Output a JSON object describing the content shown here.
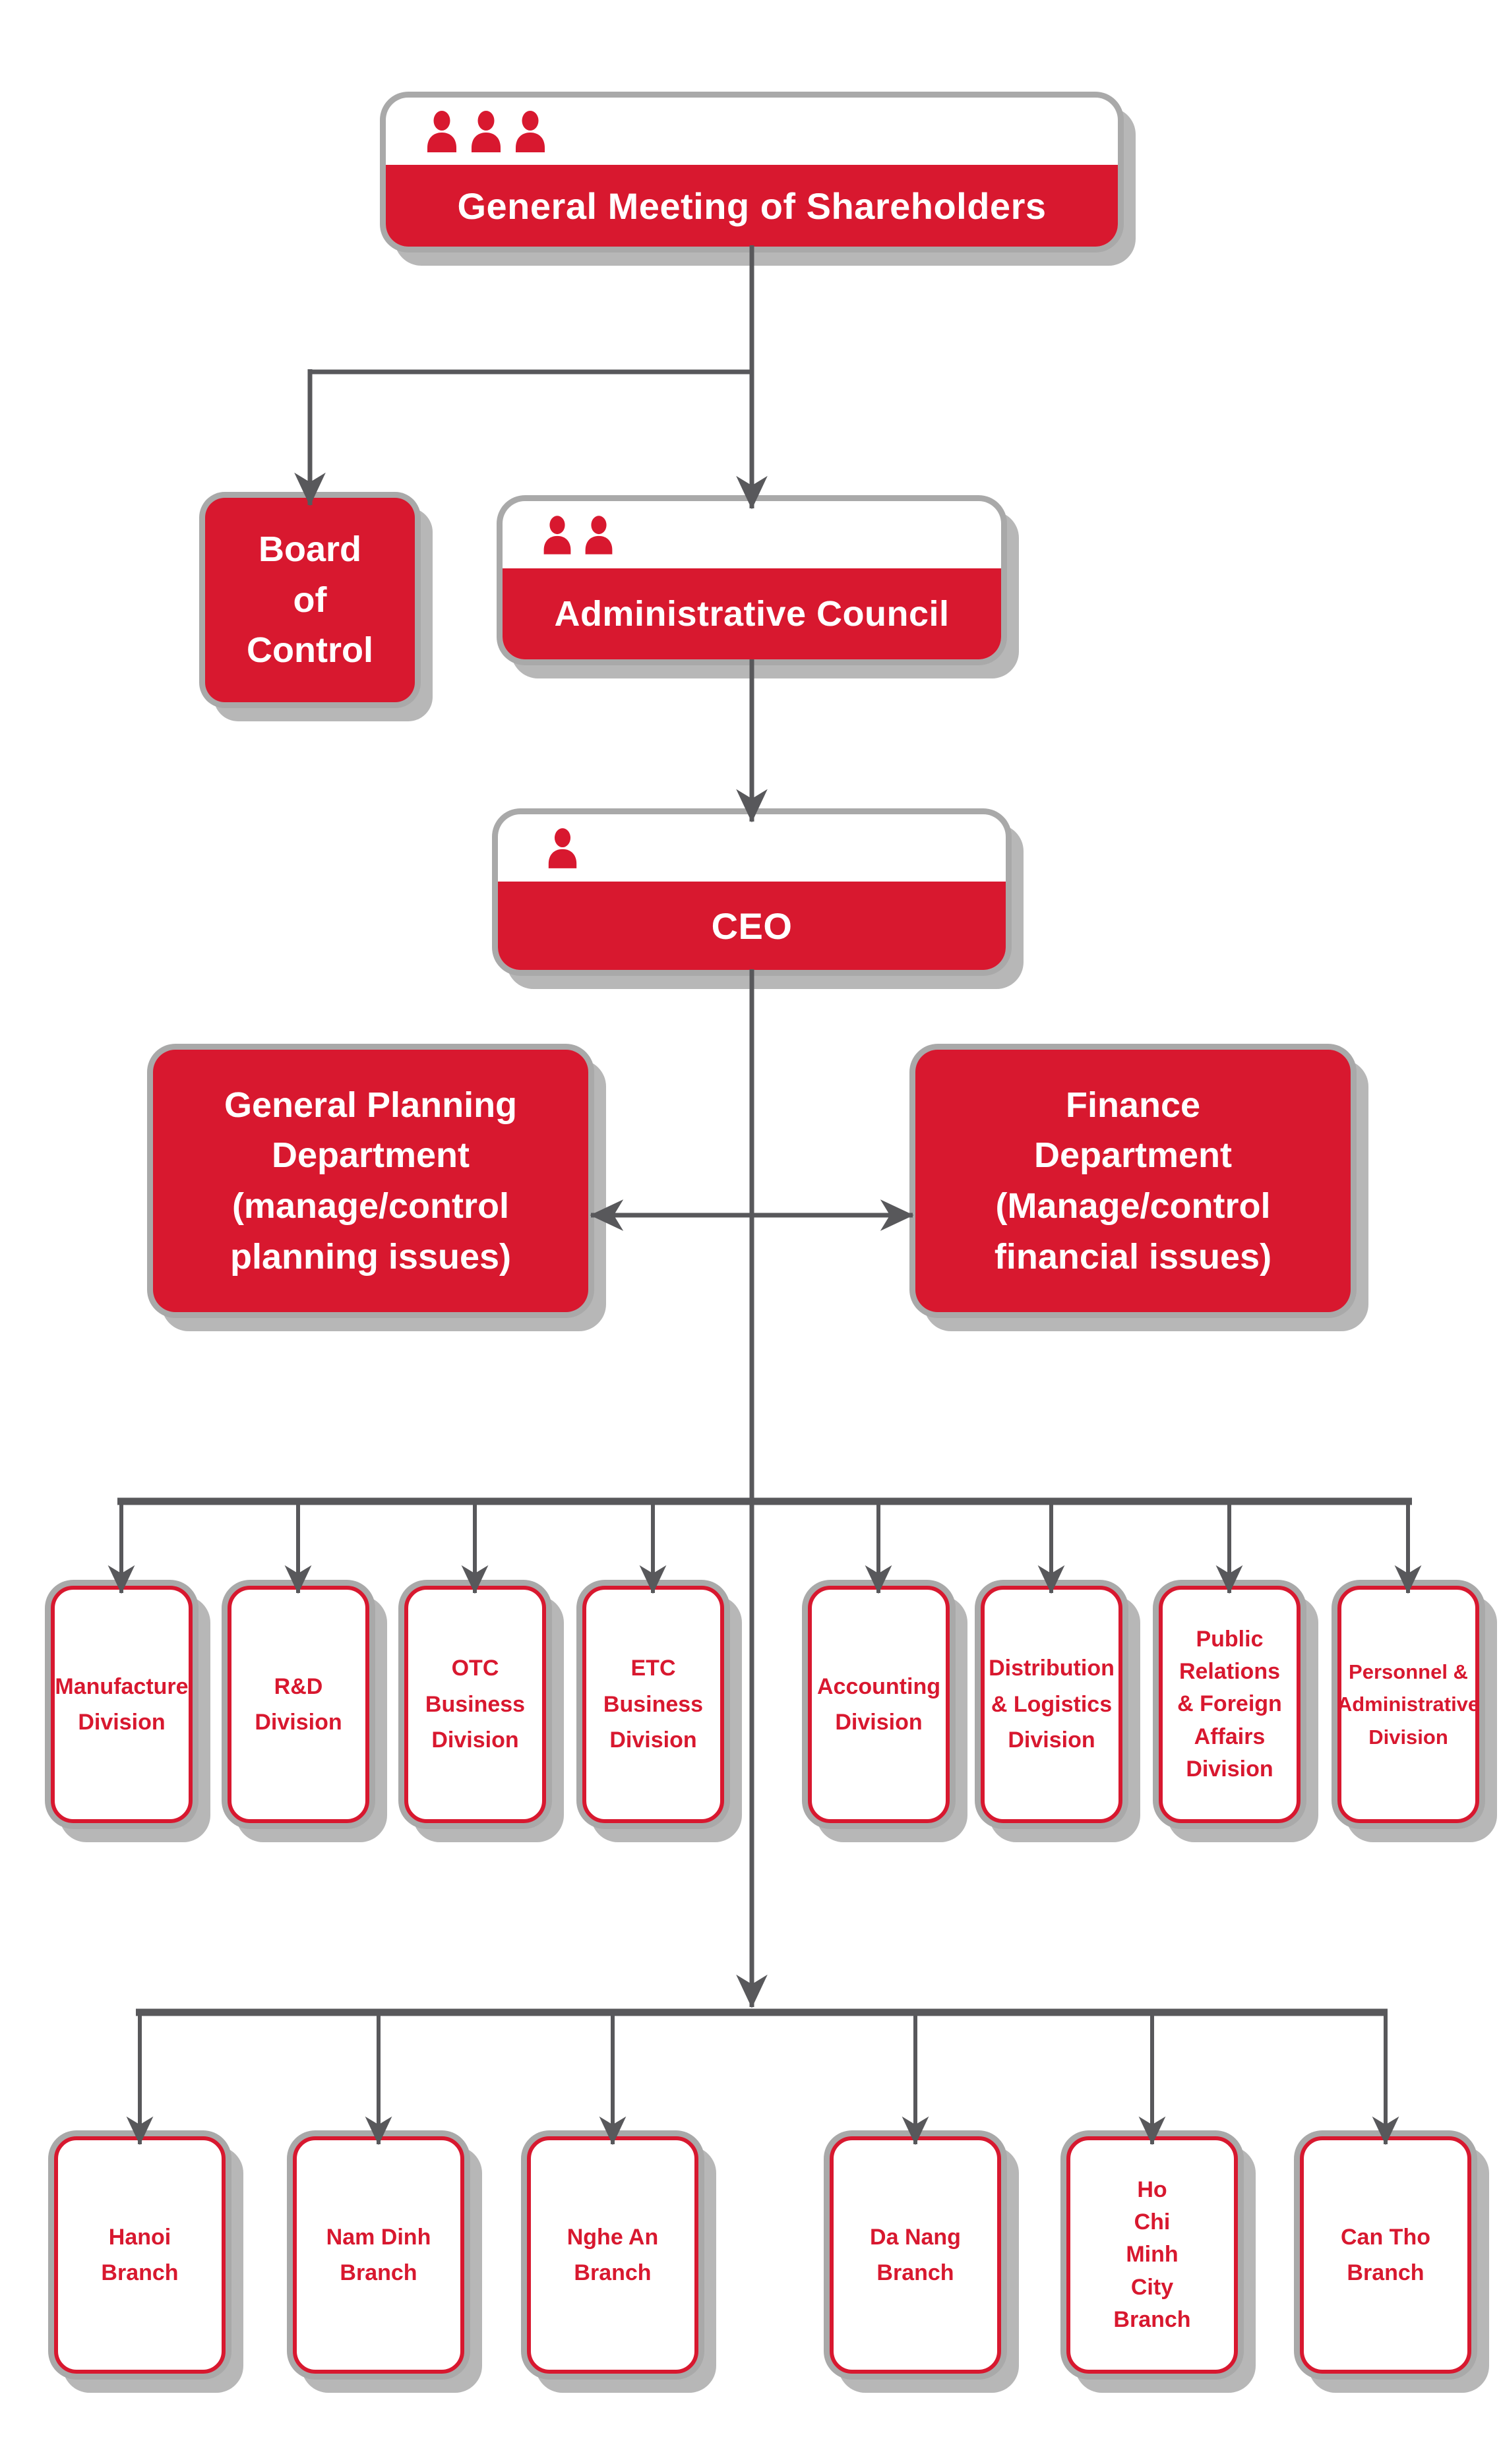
{
  "palette": {
    "brand_red": "#d8182f",
    "connector_gray": "#58585b",
    "frame_gray": "#a9a9a9",
    "shadow_gray": "#b7b7b7",
    "card_white": "#ffffff"
  },
  "nodes": {
    "shareholders": {
      "label": "General Meeting of Shareholders",
      "icon": "people-group-x3"
    },
    "board_of_control": {
      "label": "Board of Control",
      "lines": [
        "Board",
        "of",
        "Control"
      ]
    },
    "administrative_council": {
      "label": "Administrative Council",
      "icon": "people-group-x2"
    },
    "ceo": {
      "label": "CEO",
      "icon": "person"
    },
    "general_planning_department": {
      "label": "General Planning Department (manage/control planning issues)",
      "lines": [
        "General Planning",
        "Department",
        "(manage/control",
        "planning issues)"
      ]
    },
    "finance_department": {
      "label": "Finance Department (Manage/control financial issues)",
      "lines": [
        "Finance",
        "Department",
        "(Manage/control",
        "financial issues)"
      ]
    },
    "divisions": [
      {
        "label": "Manufacture Division",
        "lines": [
          "Manufacture",
          "Division"
        ]
      },
      {
        "label": "R&D Division",
        "lines": [
          "R&D",
          "Division"
        ]
      },
      {
        "label": "OTC Business Division",
        "lines": [
          "OTC",
          "Business",
          "Division"
        ]
      },
      {
        "label": "ETC Business Division",
        "lines": [
          "ETC",
          "Business",
          "Division"
        ]
      },
      {
        "label": "Accounting Division",
        "lines": [
          "Accounting",
          "Division"
        ]
      },
      {
        "label": "Distribution & Logistics Division",
        "lines": [
          "Distribution",
          "& Logistics",
          "Division"
        ]
      },
      {
        "label": "Public Relations & Foreign Affairs Division",
        "lines": [
          "Public",
          "Relations",
          "& Foreign",
          "Affairs",
          "Division"
        ]
      },
      {
        "label": "Personnel & Administrative Division",
        "lines": [
          "Personnel &",
          "Administrative",
          "Division"
        ]
      }
    ],
    "branches": [
      {
        "label": "Hanoi Branch",
        "lines": [
          "Hanoi",
          "Branch"
        ]
      },
      {
        "label": "Nam Dinh Branch",
        "lines": [
          "Nam Dinh",
          "Branch"
        ]
      },
      {
        "label": "Nghe An Branch",
        "lines": [
          "Nghe An",
          "Branch"
        ]
      },
      {
        "label": "Da Nang Branch",
        "lines": [
          "Da Nang",
          "Branch"
        ]
      },
      {
        "label": "Ho Chi Minh City Branch",
        "lines": [
          "Ho",
          "Chi",
          "Minh",
          "City",
          "Branch"
        ]
      },
      {
        "label": "Can Tho Branch",
        "lines": [
          "Can Tho",
          "Branch"
        ]
      }
    ]
  },
  "edges": [
    {
      "from": "General Meeting of Shareholders",
      "to": "Board of Control"
    },
    {
      "from": "General Meeting of Shareholders",
      "to": "Administrative Council"
    },
    {
      "from": "Administrative Council",
      "to": "CEO"
    },
    {
      "from": "CEO",
      "to": "General Planning Department"
    },
    {
      "from": "CEO",
      "to": "Finance Department"
    },
    {
      "from": "CEO",
      "to": "Manufacture Division"
    },
    {
      "from": "CEO",
      "to": "R&D Division"
    },
    {
      "from": "CEO",
      "to": "OTC Business Division"
    },
    {
      "from": "CEO",
      "to": "ETC Business Division"
    },
    {
      "from": "CEO",
      "to": "Accounting Division"
    },
    {
      "from": "CEO",
      "to": "Distribution & Logistics Division"
    },
    {
      "from": "CEO",
      "to": "Public Relations & Foreign Affairs Division"
    },
    {
      "from": "CEO",
      "to": "Personnel & Administrative Division"
    },
    {
      "from": "CEO",
      "to": "Hanoi Branch"
    },
    {
      "from": "CEO",
      "to": "Nam Dinh Branch"
    },
    {
      "from": "CEO",
      "to": "Nghe An Branch"
    },
    {
      "from": "CEO",
      "to": "Da Nang Branch"
    },
    {
      "from": "CEO",
      "to": "Ho Chi Minh City Branch"
    },
    {
      "from": "CEO",
      "to": "Can Tho Branch"
    }
  ]
}
